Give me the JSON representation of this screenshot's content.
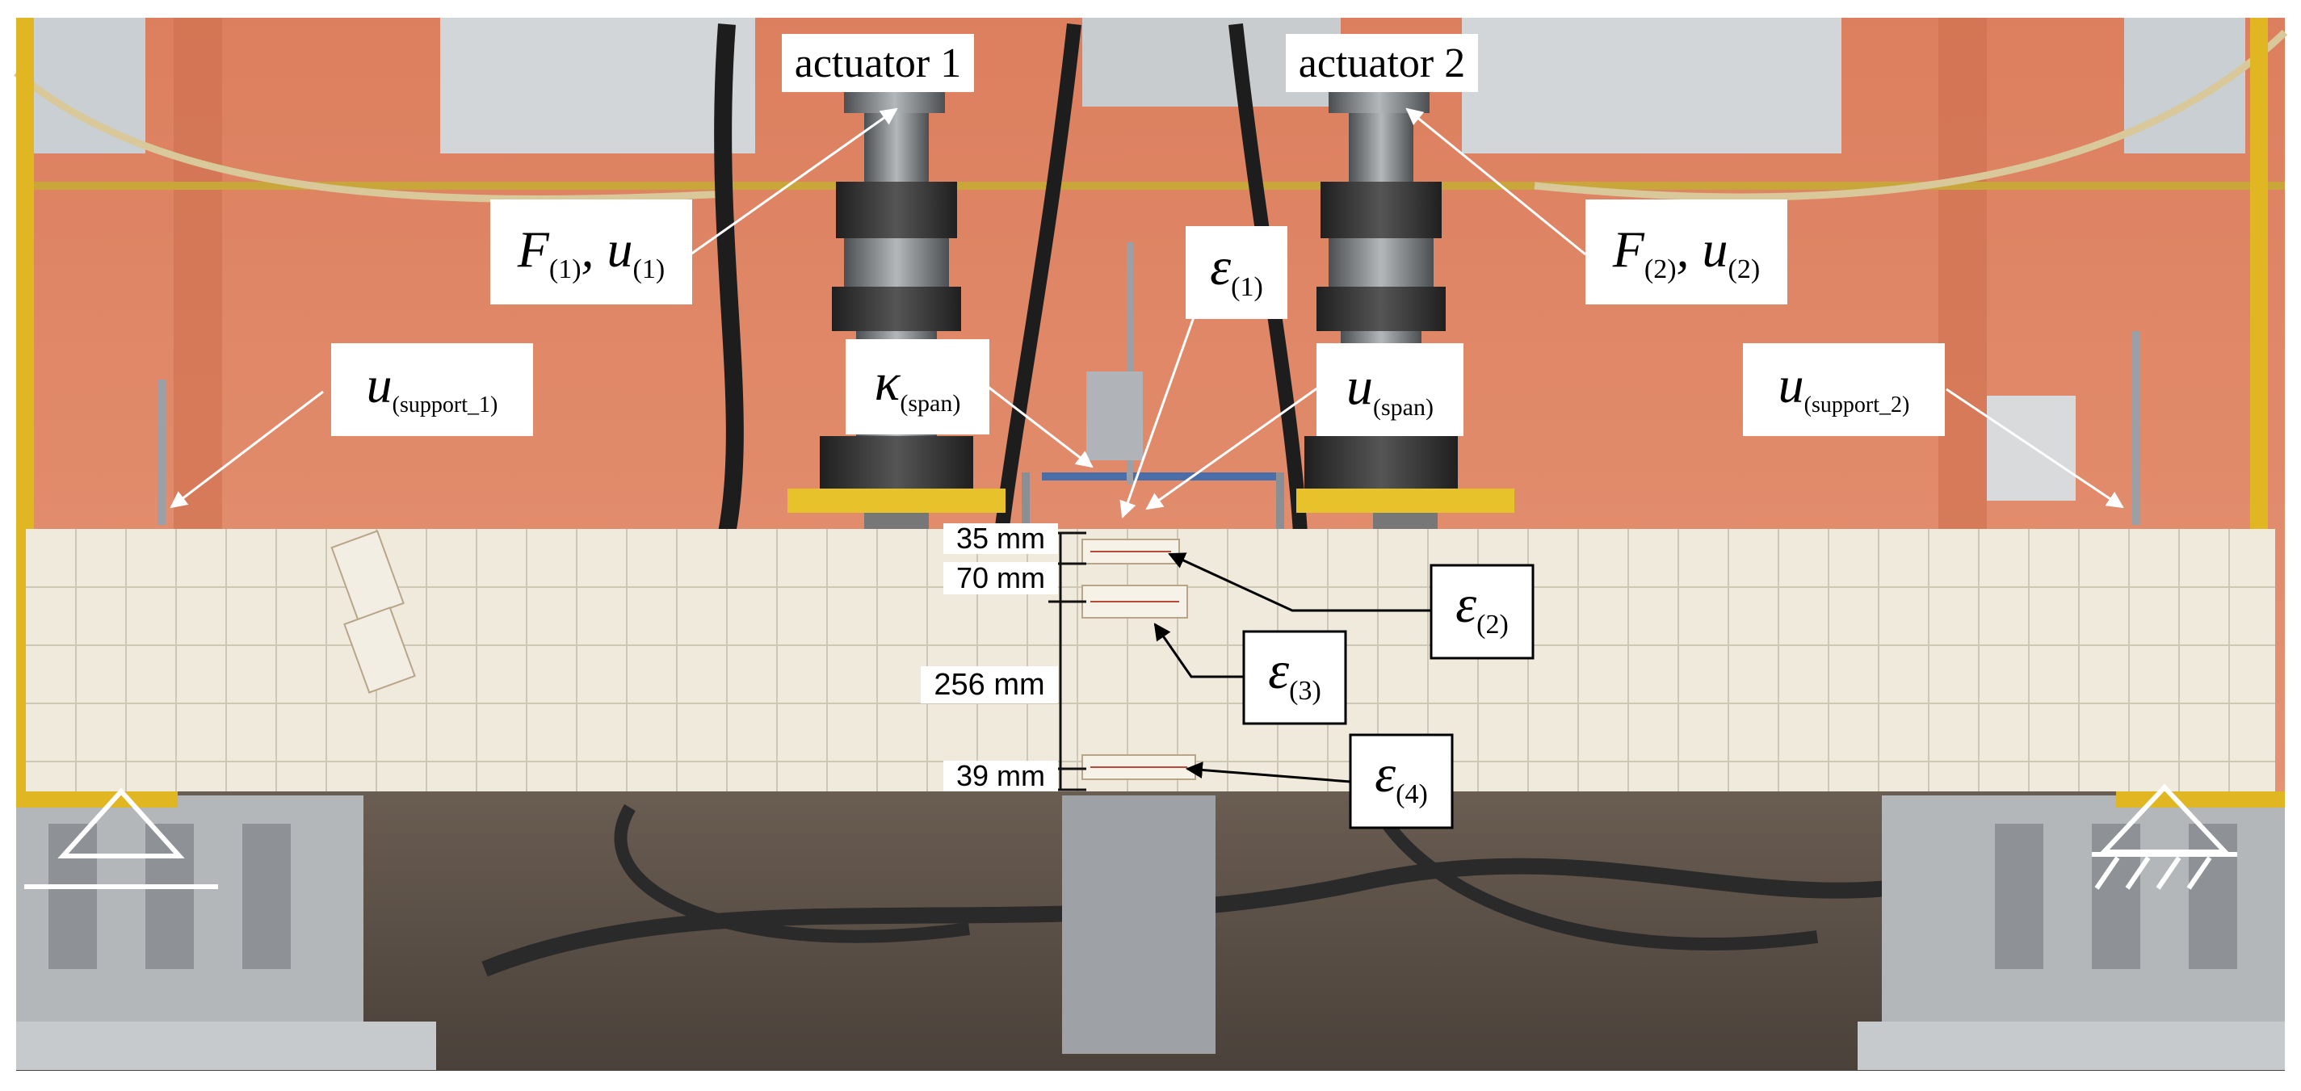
{
  "labels": {
    "actuator1": "actuator 1",
    "actuator2": "actuator 2",
    "f1_a": "F",
    "f1_as": "(1)",
    "f1_b": ", u",
    "f1_bs": "(1)",
    "f2_a": "F",
    "f2_as": "(2)",
    "f2_b": ", u",
    "f2_bs": "(2)",
    "eps1": "ε",
    "eps1_s": "(1)",
    "eps2": "ε",
    "eps2_s": "(2)",
    "eps3": "ε",
    "eps3_s": "(3)",
    "eps4": "ε",
    "eps4_s": "(4)",
    "kappa": "κ",
    "kappa_s": "(span)",
    "uspan": "u",
    "uspan_s": "(span)",
    "usup1": "u",
    "usup1_s": "(support_1)",
    "usup2": "u",
    "usup2_s": "(support_2)"
  },
  "dimensions": {
    "d35": "35 mm",
    "d70": "70 mm",
    "d256": "256 mm",
    "d39": "39 mm"
  },
  "colors": {
    "wall": "#e48a68",
    "wall_dark": "#c86a4a",
    "beam": "#efeadb",
    "beam_grid": "#c9c3b2",
    "steel": "#7a7d80",
    "yellow_plate": "#e8c22a",
    "floor": "#5b5048",
    "support_block": "#b9bcbe"
  },
  "icons": [
    "pin-support-icon",
    "roller-support-icon"
  ]
}
